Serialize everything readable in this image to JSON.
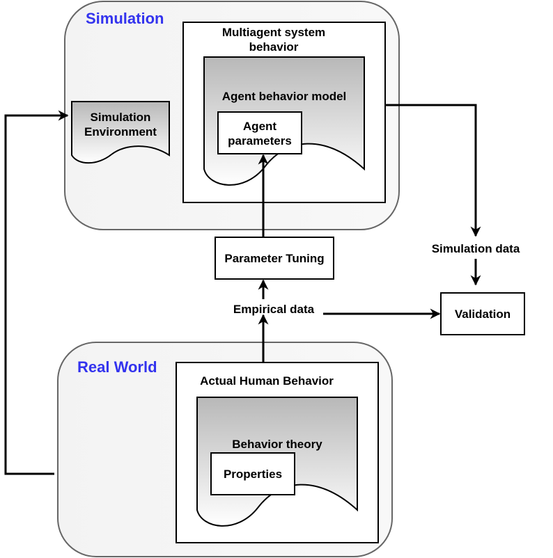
{
  "colors": {
    "title_accent": "#3333ee",
    "group_fill": "#f5f5f5",
    "group_stroke": "#666666",
    "gradient_top": "#b8b8b8",
    "gradient_bottom": "#ffffff",
    "line": "#000000"
  },
  "groups": {
    "simulation": {
      "title": "Simulation"
    },
    "real_world": {
      "title": "Real World"
    }
  },
  "nodes": {
    "multiagent_line1": "Multiagent system",
    "multiagent_line2": "behavior",
    "agent_behavior_model": "Agent behavior model",
    "agent_params_line1": "Agent",
    "agent_params_line2": "parameters",
    "sim_env_line1": "Simulation",
    "sim_env_line2": "Environment",
    "parameter_tuning": "Parameter Tuning",
    "simulation_data": "Simulation data",
    "empirical_data": "Empirical data",
    "validation": "Validation",
    "actual_human_behavior": "Actual Human Behavior",
    "behavior_theory": "Behavior theory",
    "properties": "Properties"
  }
}
